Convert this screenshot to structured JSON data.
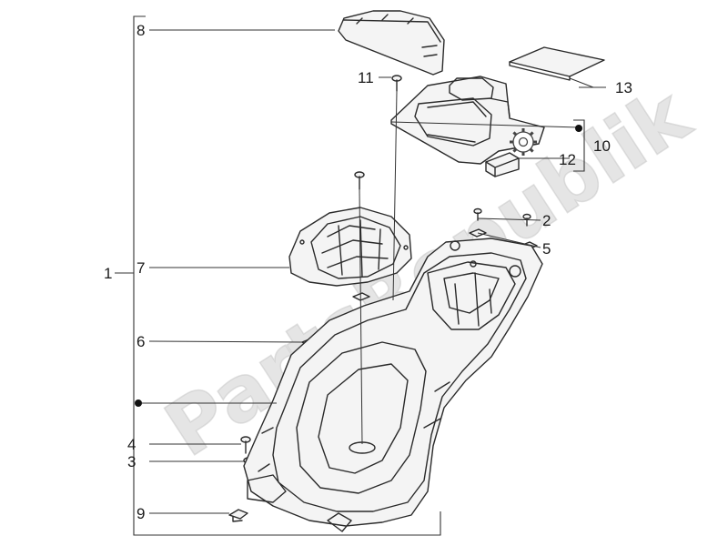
{
  "watermark": "PartsRepublik",
  "callouts": {
    "c1": "1",
    "c2": "2",
    "c3": "3",
    "c4": "4",
    "c5": "5",
    "c6": "6",
    "c7": "7",
    "c8": "8",
    "c9": "9",
    "c10": "10",
    "c11": "11",
    "c12": "12",
    "c13": "13"
  },
  "icons": {
    "gear": "gear-icon",
    "dot": "bullet-dot"
  }
}
